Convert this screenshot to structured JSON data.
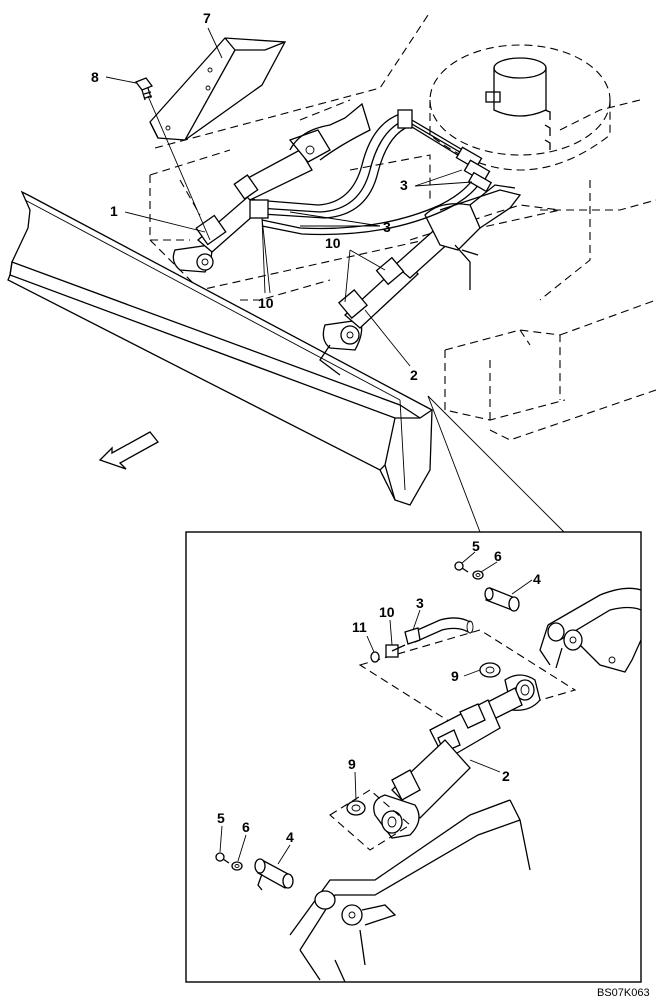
{
  "callouts": {
    "top": {
      "c7": "7",
      "c8": "8",
      "c1": "1",
      "c3a": "3",
      "c3b": "3",
      "c10a": "10",
      "c10b": "10",
      "c2": "2"
    },
    "detail": {
      "c5a": "5",
      "c6a": "6",
      "c4a": "4",
      "c10": "10",
      "c3": "3",
      "c11": "11",
      "c9a": "9",
      "c9b": "9",
      "c2": "2",
      "c5b": "5",
      "c6b": "6",
      "c4b": "4"
    }
  },
  "figure_code": "BS07K063",
  "colors": {
    "line": "#000000",
    "background": "#ffffff"
  }
}
